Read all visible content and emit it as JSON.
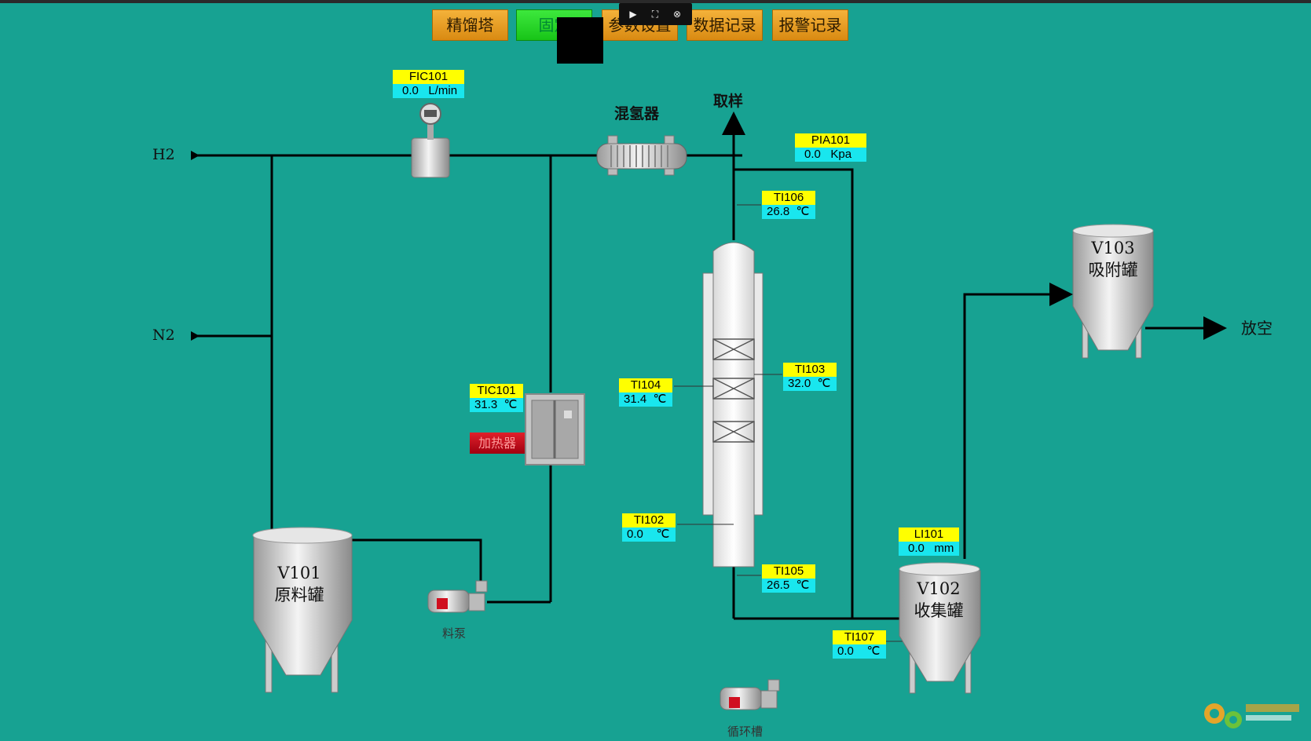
{
  "nav": {
    "tabs": [
      {
        "label": "精馏塔"
      },
      {
        "label": "固定"
      },
      {
        "label": "参数设置"
      },
      {
        "label": "数据记录"
      },
      {
        "label": "报警记录"
      }
    ]
  },
  "inlets": {
    "h2": "H2",
    "n2": "N2"
  },
  "labels": {
    "mixer": "混氢器",
    "sample": "取样",
    "vent": "放空",
    "feed_pump": "料泵",
    "circ_tank": "循环槽",
    "heater_button": "加热器"
  },
  "vessels": {
    "v101": {
      "id": "V101",
      "name": "原料罐"
    },
    "v102": {
      "id": "V102",
      "name": "收集罐"
    },
    "v103": {
      "id": "V103",
      "name": "吸附罐"
    }
  },
  "tags": {
    "fic101": {
      "name": "FIC101",
      "value": "0.0",
      "unit": "L/min"
    },
    "pia101": {
      "name": "PIA101",
      "value": "0.0",
      "unit": "Kpa"
    },
    "ti106": {
      "name": "TI106",
      "value": "26.8",
      "unit": "℃"
    },
    "ti103": {
      "name": "TI103",
      "value": "32.0",
      "unit": "℃"
    },
    "ti104": {
      "name": "TI104",
      "value": "31.4",
      "unit": "℃"
    },
    "tic101": {
      "name": "TIC101",
      "value": "31.3",
      "unit": "℃"
    },
    "ti102": {
      "name": "TI102",
      "value": "0.0",
      "unit": "℃"
    },
    "ti105": {
      "name": "TI105",
      "value": "26.5",
      "unit": "℃"
    },
    "li101": {
      "name": "LI101",
      "value": "0.0",
      "unit": "mm"
    },
    "ti107": {
      "name": "TI107",
      "value": "0.0",
      "unit": "℃"
    }
  },
  "colors": {
    "background": "#17a292",
    "tag_name_bg": "#ffff00",
    "tag_value_bg": "#19e6ee",
    "active_tab": "#2ad62a"
  }
}
